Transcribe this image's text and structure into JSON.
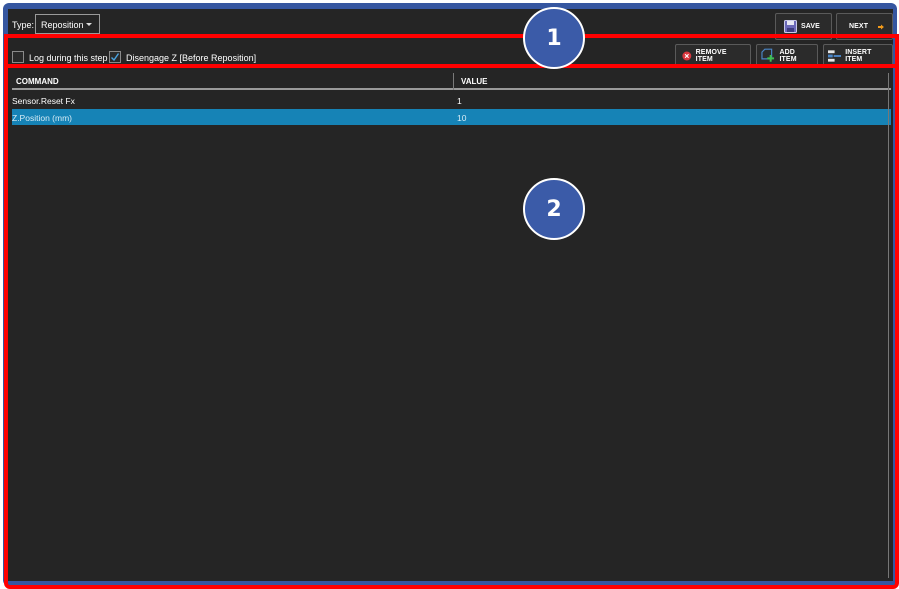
{
  "topbar": {
    "type_label": "Type:",
    "type_value": "Reposition",
    "save_label": "SAVE",
    "next_label": "NEXT"
  },
  "toolbar": {
    "log_checkbox": {
      "label": "Log during this step",
      "checked": false
    },
    "disengage_checkbox": {
      "label": "Disengage Z [Before Reposition]",
      "checked": true
    },
    "remove_label": "REMOVE ITEM",
    "add_label": "ADD ITEM",
    "insert_label": "INSERT ITEM"
  },
  "grid": {
    "columns": [
      "COMMAND",
      "VALUE"
    ],
    "rows": [
      {
        "command": "Sensor.Reset Fx",
        "value": "1",
        "selected": false
      },
      {
        "command": "Z.Position (mm)",
        "value": "10",
        "selected": true
      }
    ]
  },
  "annotations": {
    "badge1": "1",
    "badge2": "2"
  },
  "colors": {
    "frame": "#3556a0",
    "background": "#252525",
    "selection": "#1683b6",
    "annotation_red": "#ff0000",
    "badge_blue": "#3b5ba8",
    "next_arrow": "#f29a1a"
  }
}
